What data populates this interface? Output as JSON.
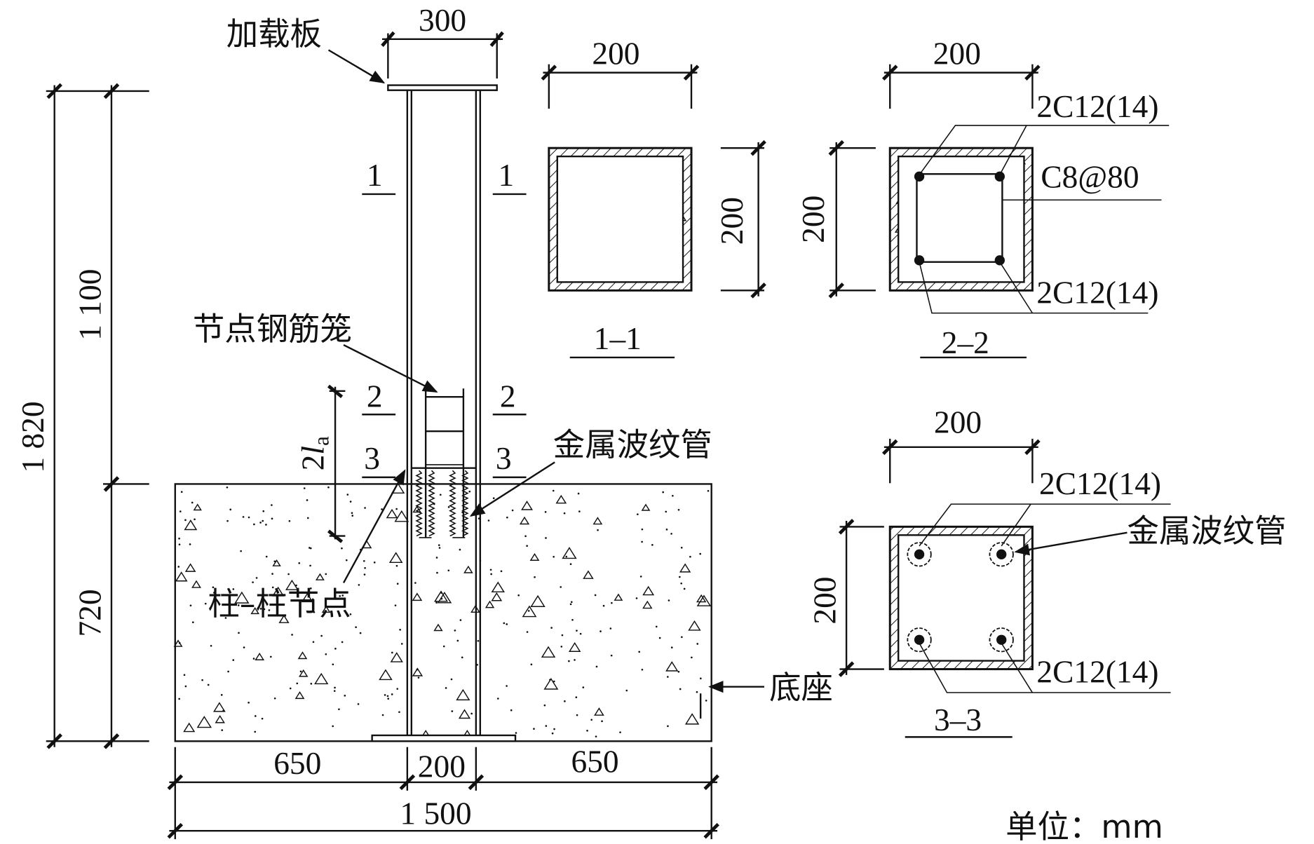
{
  "title_labels": {
    "loading_plate": "加载板",
    "cage": "节点钢筋笼",
    "pipe": "金属波纹管",
    "joint": "柱–柱节点",
    "base": "底座",
    "unit": "单位：mm"
  },
  "elevation": {
    "dim_total": "1 820",
    "dim_upper": "1 100",
    "dim_lower": "720",
    "dim_plate": "300",
    "dim_anchor_main": "2",
    "dim_anchor_l": "l",
    "dim_anchor_sub": "a",
    "dim_left": "650",
    "dim_col": "200",
    "dim_right": "650",
    "dim_base": "1 500",
    "cut1": "1",
    "cut2": "2",
    "cut3": "3"
  },
  "sections": {
    "s1": {
      "name": "1–1",
      "width": "200",
      "height": "200"
    },
    "s2": {
      "name": "2–2",
      "width": "200",
      "height": "200",
      "top_bars": "2C12(14)",
      "stirrup": "C8@80",
      "bottom_bars": "2C12(14)"
    },
    "s3": {
      "name": "3–3",
      "width": "200",
      "height": "200",
      "top_bars": "2C12(14)",
      "pipe": "金属波纹管",
      "bottom_bars": "2C12(14)"
    }
  }
}
